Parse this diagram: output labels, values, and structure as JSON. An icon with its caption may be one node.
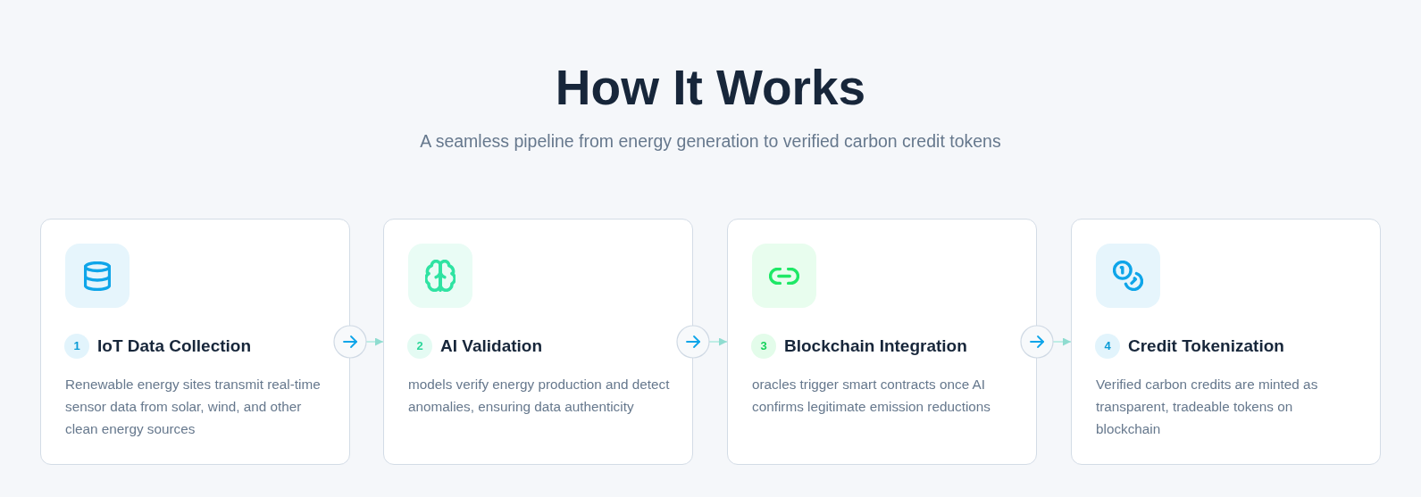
{
  "diagram": {
    "title": "How It Works",
    "nodes": [
      {
        "text": [
          "1",
          "IoT Data Collection",
          "Renewable energy sites transmit real-time sensor data from solar, wind, and other clean energy sources"
        ]
      },
      {
        "text": [
          "2",
          "AI Validation",
          "models verify energy production and detect anomalies, ensuring data authenticity"
        ]
      },
      {
        "text": [
          "3",
          "Blockchain Integration",
          "oracles trigger smart contracts once AI confirms legitimate emission reductions"
        ]
      },
      {
        "text": [
          "4",
          "Credit Tokenization",
          "Verified carbon credits are minted as transparent, tradeable tokens on blockchain"
        ]
      }
    ],
    "edges": [
      {
        "from": 0,
        "to": 1,
        "arrow": "to"
      },
      {
        "from": 1,
        "to": 2,
        "arrow": "to"
      },
      {
        "from": 2,
        "to": 3,
        "arrow": "to"
      }
    ],
    "labels": [
      "A seamless pipeline from energy generation to verified carbon credit tokens"
    ]
  }
}
